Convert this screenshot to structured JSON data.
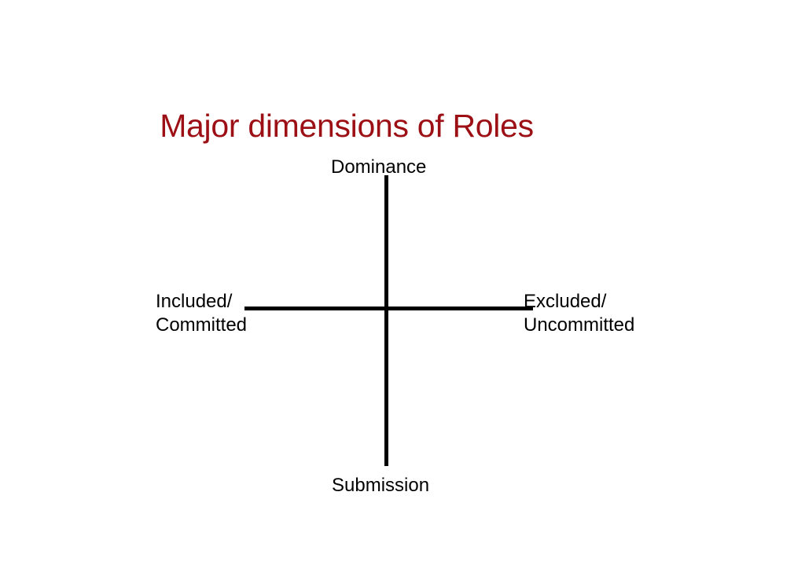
{
  "slide": {
    "title": "Major dimensions of Roles",
    "title_color": "#9c1015",
    "background_color": "#ffffff",
    "axis_color": "#000000",
    "label_color": "#000000"
  },
  "chart_data": {
    "type": "diagram",
    "subtype": "two-axis-quadrant",
    "title": "Major dimensions of Roles",
    "axes": [
      {
        "name": "vertical-axis",
        "orientation": "vertical",
        "positive_end_label": "Dominance",
        "negative_end_label": "Submission"
      },
      {
        "name": "horizontal-axis",
        "orientation": "horizontal",
        "left_end_label": "Included/ Committed",
        "right_end_label": "Excluded/ Uncommitted"
      }
    ],
    "labels": {
      "top": "Dominance",
      "bottom": "Submission",
      "left_line1": "Included/",
      "left_line2": "Committed",
      "right_line1": "Excluded/",
      "right_line2": "Uncommitted"
    },
    "grid": false,
    "legend": null
  }
}
